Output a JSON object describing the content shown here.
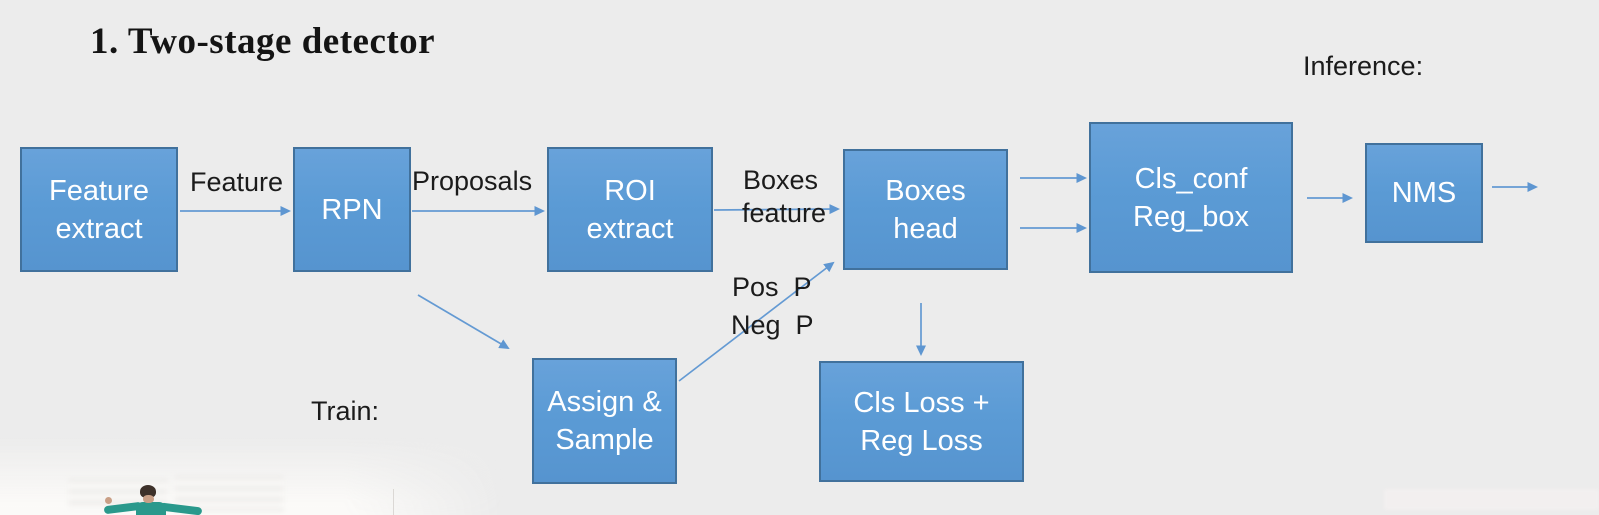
{
  "slide": {
    "title": "1. Two-stage detector",
    "inference_label": "Inference:",
    "train_label": "Train:"
  },
  "diagram": {
    "nodes": [
      {
        "id": "feature-extract",
        "line1": "Feature",
        "line2": "extract"
      },
      {
        "id": "rpn",
        "line1": "RPN"
      },
      {
        "id": "roi-extract",
        "line1": "ROI",
        "line2": "extract"
      },
      {
        "id": "boxes-head",
        "line1": "Boxes",
        "line2": "head"
      },
      {
        "id": "cls-conf-reg-box",
        "line1": "Cls_conf",
        "line2": "Reg_box"
      },
      {
        "id": "nms",
        "line1": "NMS"
      },
      {
        "id": "assign-sample",
        "line1": "Assign &",
        "line2": "Sample"
      },
      {
        "id": "cls-reg-loss",
        "line1": "Cls Loss +",
        "line2": "Reg Loss"
      }
    ],
    "edge_labels": {
      "feature": "Feature",
      "proposals": "Proposals",
      "boxes_feature_line1": "Boxes",
      "boxes_feature_line2": "feature",
      "pos": "Pos  P",
      "neg": "Neg  P"
    },
    "edges": [
      {
        "from": "feature-extract",
        "to": "rpn",
        "label": "Feature"
      },
      {
        "from": "rpn",
        "to": "roi-extract",
        "label": "Proposals"
      },
      {
        "from": "roi-extract",
        "to": "boxes-head",
        "label": "Boxes feature"
      },
      {
        "from": "boxes-head",
        "to": "cls-conf-reg-box",
        "label": ""
      },
      {
        "from": "boxes-head",
        "to": "cls-conf-reg-box",
        "label": ""
      },
      {
        "from": "cls-conf-reg-box",
        "to": "nms",
        "label": ""
      },
      {
        "from": "nms",
        "to": "output",
        "label": ""
      },
      {
        "from": "rpn",
        "to": "assign-sample",
        "label": ""
      },
      {
        "from": "assign-sample",
        "to": "boxes-head",
        "label": "Pos P / Neg P"
      },
      {
        "from": "boxes-head",
        "to": "cls-reg-loss",
        "label": ""
      }
    ],
    "colors": {
      "node_fill": "#5b9bd5",
      "node_border": "#41719c",
      "node_text": "#ffffff",
      "arrow": "#649ad3",
      "label_text": "#1b1b1b",
      "background": "#ececec"
    }
  }
}
